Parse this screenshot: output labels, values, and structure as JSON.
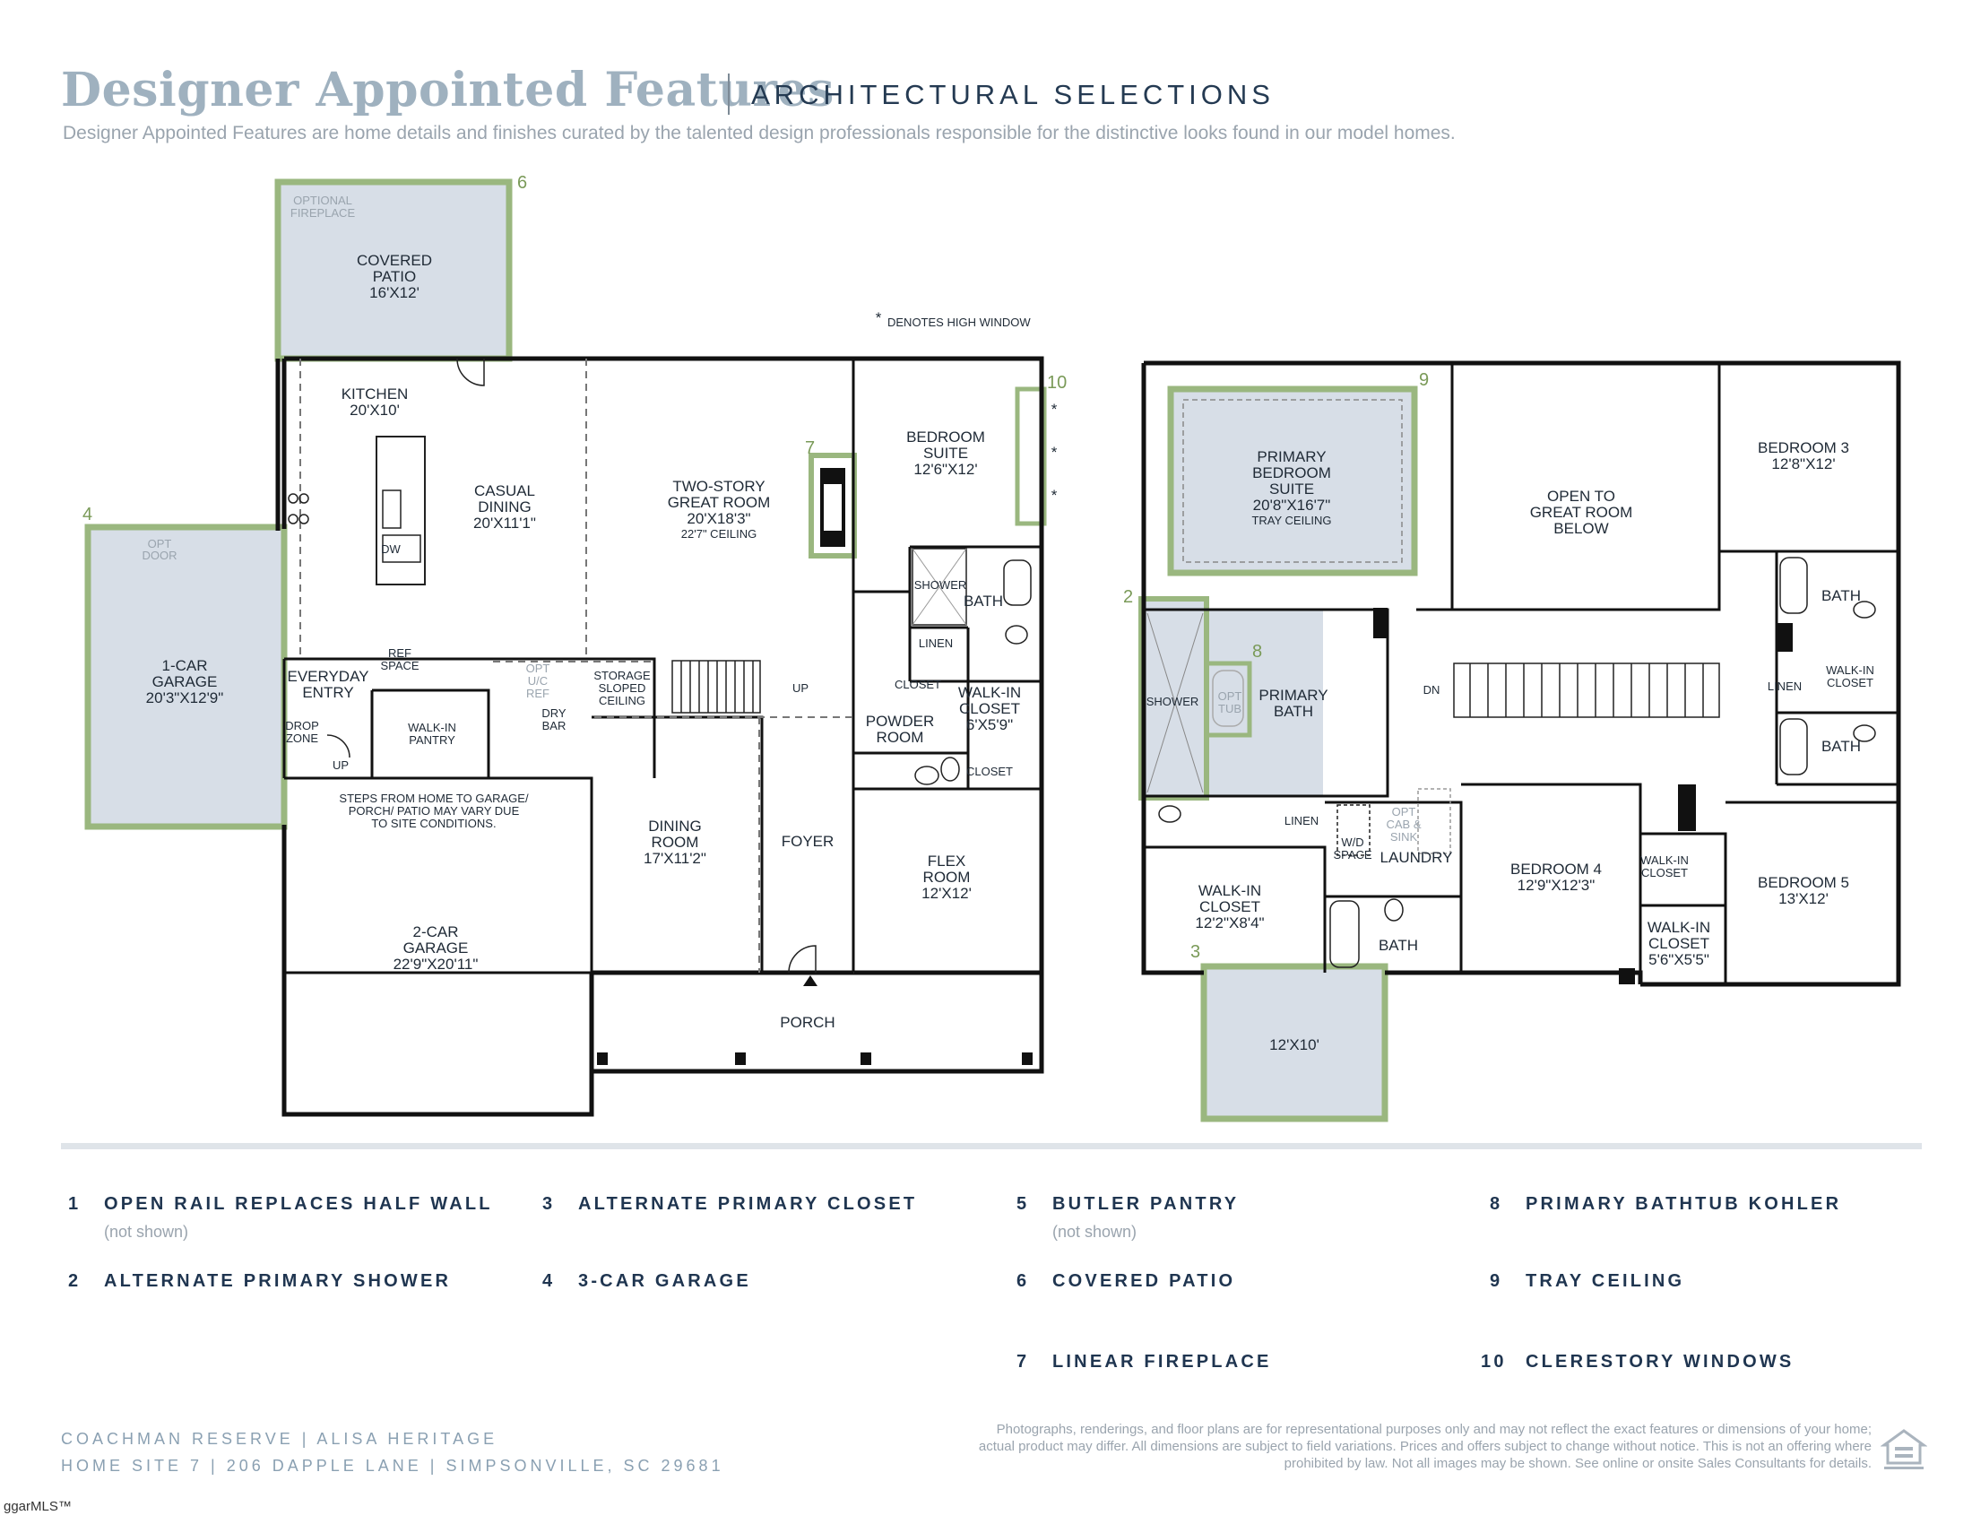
{
  "header": {
    "title": "Designer Appointed Features",
    "subtitle": "ARCHITECTURAL SELECTIONS",
    "description": "Designer Appointed Features are home details and finishes curated by the talented design professionals responsible for the distinctive looks found in our model homes."
  },
  "plan": {
    "high_window_note": "DENOTES HIGH WINDOW",
    "asterisk": "*",
    "first_floor": {
      "covered_patio": {
        "name": "COVERED",
        "name2": "PATIO",
        "dim": "16'X12'"
      },
      "optional_fireplace": {
        "l1": "OPTIONAL",
        "l2": "FIREPLACE"
      },
      "kitchen": {
        "name": "KITCHEN",
        "dim": "20'X10'"
      },
      "casual_dining": {
        "name": "CASUAL",
        "name2": "DINING",
        "dim": "20'X11'1\""
      },
      "great_room": {
        "name": "TWO-STORY",
        "name2": "GREAT ROOM",
        "dim": "20'X18'3\"",
        "ceiling": "22'7\" CEILING"
      },
      "bedroom_suite": {
        "name": "BEDROOM",
        "name2": "SUITE",
        "dim": "12'6\"X12'"
      },
      "one_car_garage": {
        "name": "1-CAR",
        "name2": "GARAGE",
        "dim": "20'3\"X12'9\""
      },
      "opt_door": {
        "l1": "OPT",
        "l2": "DOOR"
      },
      "dw": "DW",
      "everyday_entry": {
        "l1": "EVERYDAY",
        "l2": "ENTRY"
      },
      "drop_zone": {
        "l1": "DROP",
        "l2": "ZONE"
      },
      "ref_space": {
        "l1": "REF",
        "l2": "SPACE"
      },
      "walk_in_pantry": {
        "l1": "WALK-IN",
        "l2": "PANTRY"
      },
      "opt_uc_ref": {
        "l1": "OPT",
        "l2": "U/C",
        "l3": "REF"
      },
      "dry_bar": {
        "l1": "DRY",
        "l2": "BAR"
      },
      "storage": {
        "l1": "STORAGE",
        "l2": "SLOPED",
        "l3": "CEILING"
      },
      "up": "UP",
      "shower": "SHOWER",
      "bath": "BATH",
      "linen": "LINEN",
      "closet": "CLOSET",
      "walk_in_closet": {
        "l1": "WALK-IN",
        "l2": "CLOSET",
        "dim": "6'X5'9\""
      },
      "powder_room": {
        "l1": "POWDER",
        "l2": "ROOM"
      },
      "garage_note": {
        "l1": "STEPS FROM HOME TO GARAGE/",
        "l2": "PORCH/ PATIO MAY VARY DUE",
        "l3": "TO SITE CONDITIONS."
      },
      "dining_room": {
        "name": "DINING",
        "name2": "ROOM",
        "dim": "17'X11'2\""
      },
      "foyer": "FOYER",
      "flex_room": {
        "name": "FLEX",
        "name2": "ROOM",
        "dim": "12'X12'"
      },
      "two_car_garage": {
        "name": "2-CAR",
        "name2": "GARAGE",
        "dim": "22'9\"X20'11\""
      },
      "porch": "PORCH"
    },
    "second_floor": {
      "primary_bedroom": {
        "l1": "PRIMARY",
        "l2": "BEDROOM",
        "l3": "SUITE",
        "dim": "20'8\"X16'7\"",
        "ceiling": "TRAY CEILING"
      },
      "open_to": {
        "l1": "OPEN TO",
        "l2": "GREAT ROOM",
        "l3": "BELOW"
      },
      "bedroom3": {
        "name": "BEDROOM 3",
        "dim": "12'8\"X12'"
      },
      "bath": "BATH",
      "walk_in_closet": {
        "l1": "WALK-IN",
        "l2": "CLOSET"
      },
      "linen": "LINEN",
      "dn": "DN",
      "shower": "SHOWER",
      "opt_tub": {
        "l1": "OPT",
        "l2": "TUB"
      },
      "primary_bath": {
        "l1": "PRIMARY",
        "l2": "BATH"
      },
      "wd_space": {
        "l1": "W/D",
        "l2": "SPACE"
      },
      "opt_cab": {
        "l1": "OPT",
        "l2": "CAB &",
        "l3": "SINK"
      },
      "laundry": "LAUNDRY",
      "bedroom4": {
        "name": "BEDROOM 4",
        "dim": "12'9\"X12'3\""
      },
      "bedroom5": {
        "name": "BEDROOM 5",
        "dim": "13'X12'"
      },
      "primary_wic": {
        "l1": "WALK-IN",
        "l2": "CLOSET",
        "dim": "12'2\"X8'4\""
      },
      "wic_small": {
        "l1": "WALK-IN",
        "l2": "CLOSET",
        "dim": "5'6\"X5'5\""
      },
      "alt_closet_dim": "12'X10'"
    },
    "callouts": [
      "2",
      "3",
      "4",
      "6",
      "7",
      "8",
      "9",
      "10"
    ]
  },
  "features": [
    {
      "num": "1",
      "label": "OPEN RAIL REPLACES HALF WALL",
      "note": "(not shown)"
    },
    {
      "num": "2",
      "label": "ALTERNATE PRIMARY SHOWER",
      "note": ""
    },
    {
      "num": "3",
      "label": "ALTERNATE PRIMARY CLOSET",
      "note": ""
    },
    {
      "num": "4",
      "label": "3-CAR GARAGE",
      "note": ""
    },
    {
      "num": "5",
      "label": "BUTLER PANTRY",
      "note": "(not shown)"
    },
    {
      "num": "6",
      "label": "COVERED PATIO",
      "note": ""
    },
    {
      "num": "7",
      "label": "LINEAR FIREPLACE",
      "note": ""
    },
    {
      "num": "8",
      "label": "PRIMARY BATHTUB KOHLER",
      "note": ""
    },
    {
      "num": "9",
      "label": "TRAY CEILING",
      "note": ""
    },
    {
      "num": "10",
      "label": "CLERESTORY WINDOWS",
      "note": ""
    }
  ],
  "footer": {
    "line1": "COACHMAN RESERVE  |  ALISA HERITAGE",
    "line2": "HOME SITE 7  |  206 DAPPLE LANE  |  SIMPSONVILLE, SC 29681",
    "disclaimer": "Photographs, renderings, and floor plans are for representational purposes only and may not reflect the exact features or dimensions of your home; actual product may differ. All dimensions are subject to field variations. Prices and offers subject to change without notice. This is not an offering where prohibited by law. Not all images may be shown. See online or onsite Sales Consultants for details.",
    "mls": "ggarMLS™"
  },
  "colors": {
    "accent_green": "#9ab77f",
    "fill_blue": "#d7dee7",
    "title_gray": "#9fb1bf",
    "navy": "#1f3550"
  }
}
